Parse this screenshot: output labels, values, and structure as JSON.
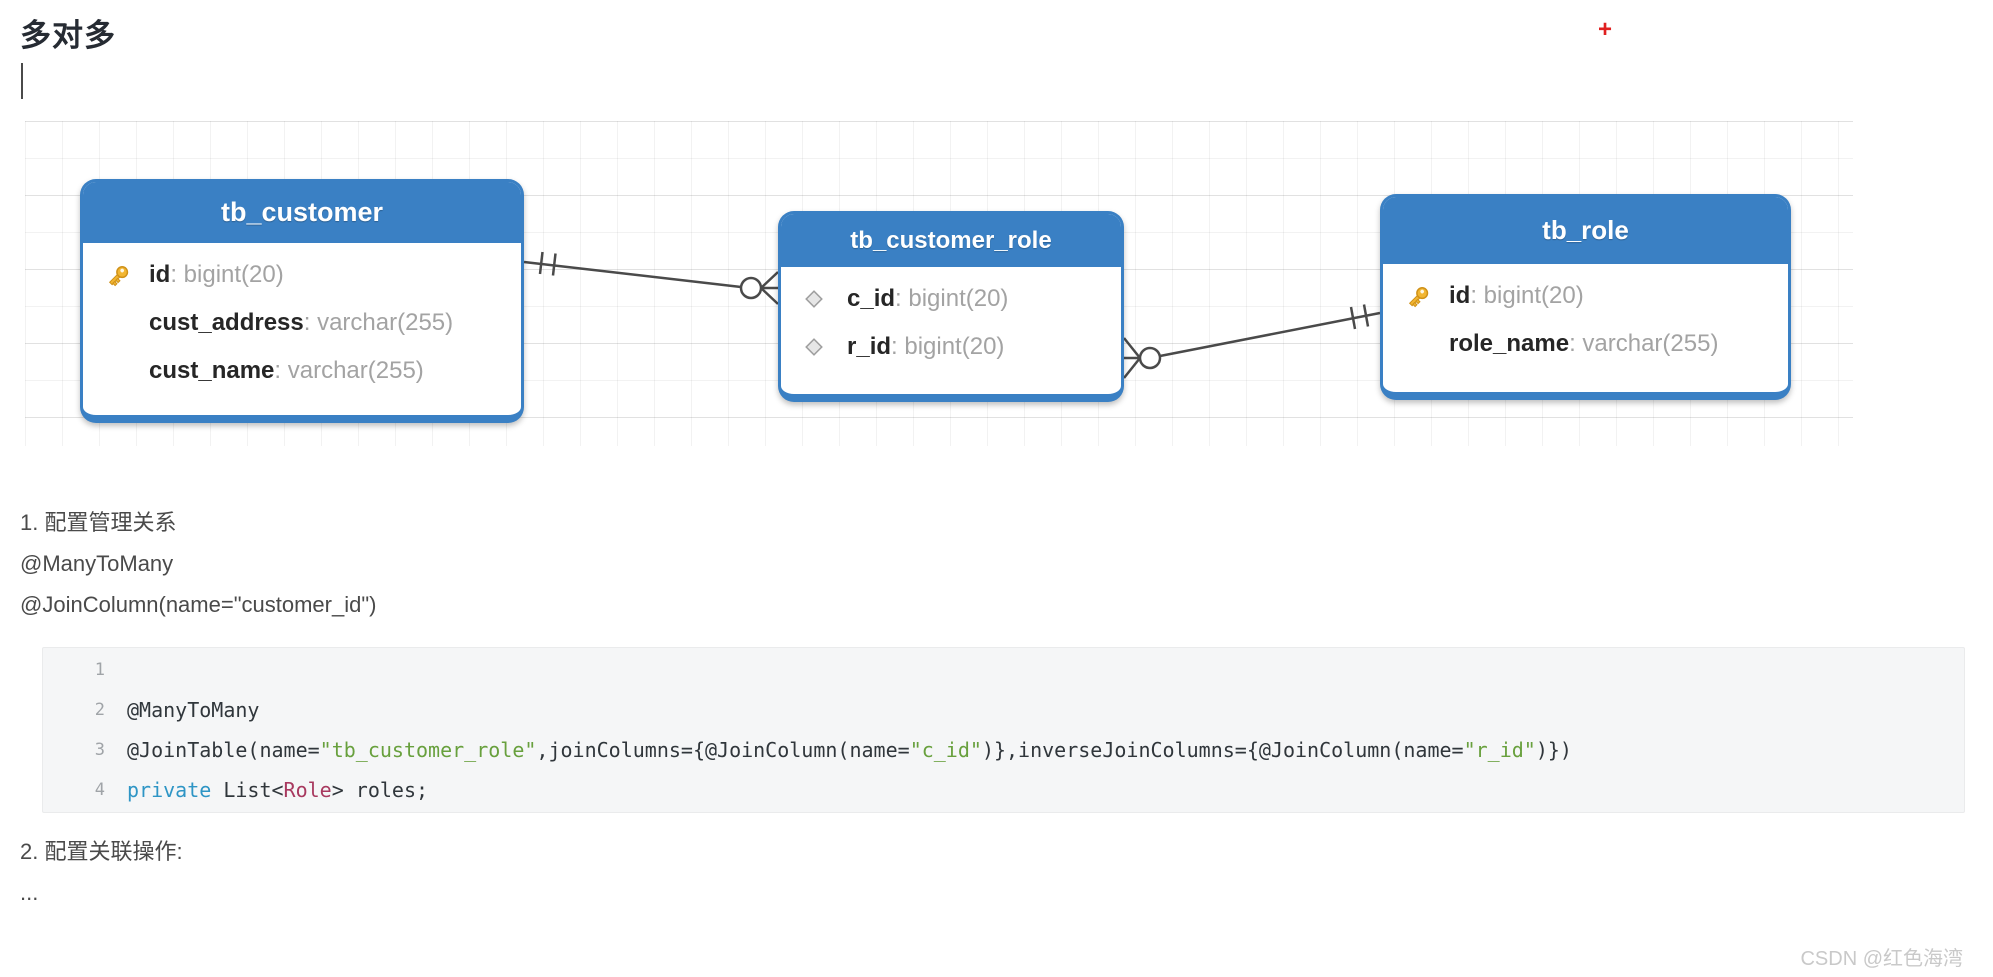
{
  "page": {
    "title": "多对多",
    "watermark": "CSDN @红色海湾",
    "plus_marker": "+"
  },
  "colors": {
    "table_header": "#3a80c4",
    "table_border": "#3a80c4",
    "connector": "#4a4a4a",
    "code_plain": "#30363b",
    "code_keyword": "#2e95c5",
    "code_string": "#68a03d",
    "code_type": "#a8395f",
    "key_icon_fill": "#f2b632",
    "key_icon_stroke": "#cf9118",
    "diamond_icon_fill": "#e6e6e6",
    "diamond_icon_stroke": "#9e9e9e",
    "plus_red": "#e01f1f"
  },
  "diagram": {
    "tables": [
      {
        "name": "tb_customer",
        "fields": [
          {
            "icon": "key",
            "name": "id",
            "type": "bigint(20)"
          },
          {
            "icon": "none",
            "name": "cust_address",
            "type": "varchar(255)"
          },
          {
            "icon": "none",
            "name": "cust_name",
            "type": "varchar(255)"
          }
        ]
      },
      {
        "name": "tb_customer_role",
        "fields": [
          {
            "icon": "diamond",
            "name": "c_id",
            "type": "bigint(20)"
          },
          {
            "icon": "diamond",
            "name": "r_id",
            "type": "bigint(20)"
          }
        ]
      },
      {
        "name": "tb_role",
        "fields": [
          {
            "icon": "key",
            "name": "id",
            "type": "bigint(20)"
          },
          {
            "icon": "none",
            "name": "role_name",
            "type": "varchar(255)"
          }
        ]
      }
    ],
    "relations": [
      {
        "from": "tb_customer",
        "from_cardinality": "one",
        "to": "tb_customer_role",
        "to_cardinality": "many"
      },
      {
        "from": "tb_customer_role",
        "from_cardinality": "many",
        "to": "tb_role",
        "to_cardinality": "one"
      }
    ]
  },
  "notes": {
    "item1": "1. 配置管理关系",
    "line_many_to_many": "@ManyToMany",
    "line_join_column": "@JoinColumn(name=\"customer_id\")",
    "item2": "2. 配置关联操作:",
    "ellipsis": "..."
  },
  "code_block": {
    "lines": [
      {
        "number": "1",
        "segments": []
      },
      {
        "number": "2",
        "segments": [
          {
            "t": "@ManyToMany",
            "c": "plain"
          }
        ]
      },
      {
        "number": "3",
        "segments": [
          {
            "t": "@JoinTable(name=",
            "c": "plain"
          },
          {
            "t": "\"tb_customer_role\"",
            "c": "string"
          },
          {
            "t": ",joinColumns={@JoinColumn(name=",
            "c": "plain"
          },
          {
            "t": "\"c_id\"",
            "c": "string"
          },
          {
            "t": ")},inverseJoinColumns={@JoinColumn(name=",
            "c": "plain"
          },
          {
            "t": "\"r_id\"",
            "c": "string"
          },
          {
            "t": ")})",
            "c": "plain"
          }
        ]
      },
      {
        "number": "4",
        "segments": [
          {
            "t": "private",
            "c": "keyword"
          },
          {
            "t": " List<",
            "c": "plain"
          },
          {
            "t": "Role",
            "c": "type"
          },
          {
            "t": "> roles;",
            "c": "plain"
          }
        ]
      }
    ]
  }
}
